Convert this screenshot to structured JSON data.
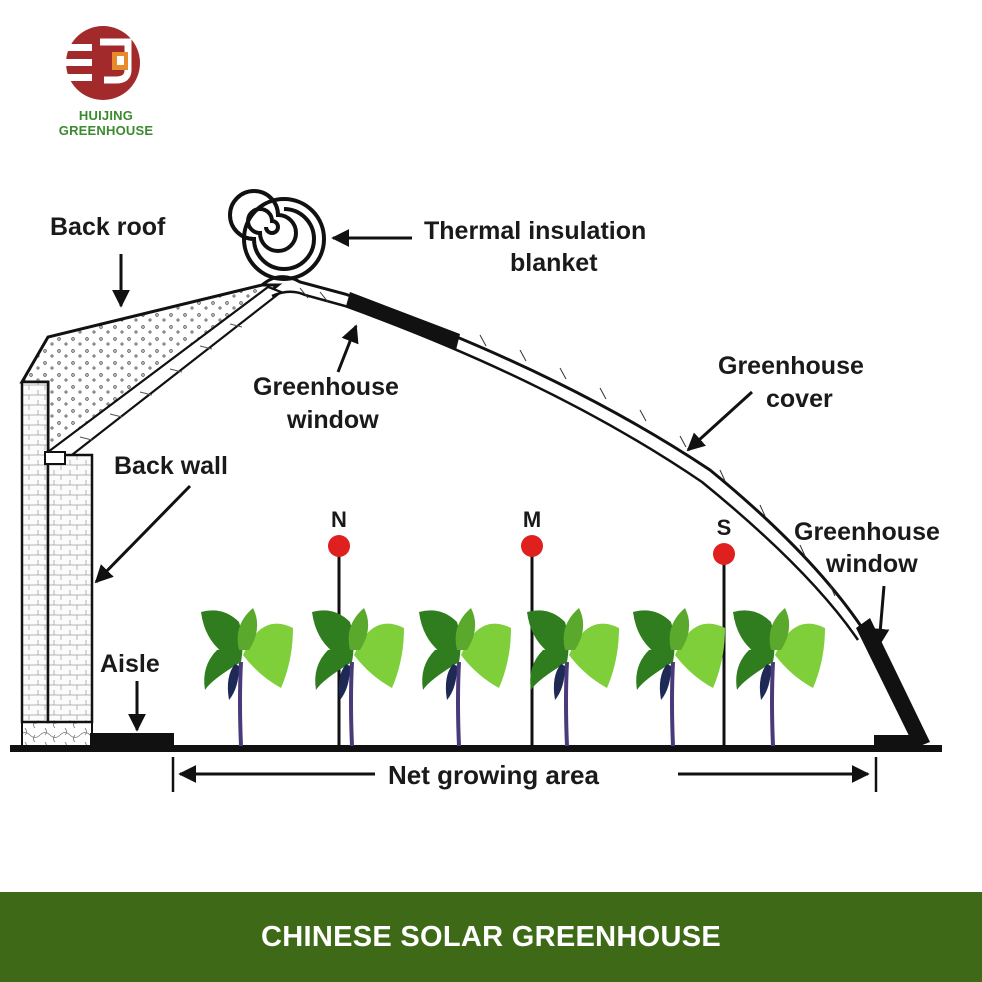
{
  "brand": {
    "name": "HUIJING GREENHOUSE"
  },
  "labels": {
    "back_roof": "Back roof",
    "thermal_line1": "Thermal insulation",
    "thermal_line2": "blanket",
    "window_top_line1": "Greenhouse",
    "window_top_line2": "window",
    "cover_line1": "Greenhouse",
    "cover_line2": "cover",
    "back_wall": "Back wall",
    "window_right_line1": "Greenhouse",
    "window_right_line2": "window",
    "aisle": "Aisle",
    "net_growing_area": "Net growing area"
  },
  "sensors": [
    {
      "id": "N"
    },
    {
      "id": "M"
    },
    {
      "id": "S"
    }
  ],
  "plants": {
    "count": 6
  },
  "footer": {
    "title": "CHINESE SOLAR GREENHOUSE"
  },
  "colors": {
    "brand_red": "#a32a2a",
    "brand_orange": "#e8892b",
    "brand_green": "#3b8a2e",
    "footer_bg": "#3e6a17",
    "sensor_red": "#e01f1f",
    "leaf_light": "#7fcf3a",
    "leaf_dark": "#2f7d1e",
    "outline": "#111111"
  }
}
